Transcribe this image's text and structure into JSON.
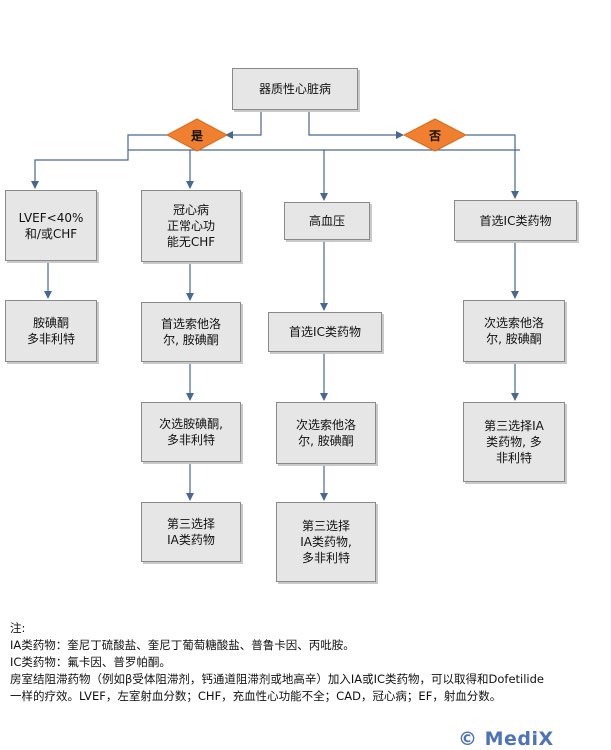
{
  "root": "器质性心脏病",
  "yes_label": "是",
  "no_label": "否",
  "cols": {
    "lvef": [
      "LVEF<40%\n和/或CHF",
      "胺碘酮\n多非利特"
    ],
    "cad": [
      "冠心病\n正常心功\n能无CHF",
      "首选索他洛\n尔, 胺碘酮",
      "次选胺碘酮,\n多非利特",
      "第三选择\nIA类药物"
    ],
    "htn": [
      "高血压",
      "首选IC类药物",
      "次选索他洛\n尔, 胺碘酮",
      "第三选择\nIA类药物,\n多非利特"
    ],
    "no": [
      "首选IC类药物",
      "次选索他洛\n尔, 胺碘酮",
      "第三选择IA\n类药物, 多\n非利特"
    ]
  },
  "notes": {
    "title": "注:",
    "l1": "IA类药物：奎尼丁硫酸盐、奎尼丁葡萄糖酸盐、普鲁卡因、丙吡胺。",
    "l2": "IC类药物：氟卡因、普罗帕酮。",
    "l3": "房室结阻滞药物（例如β受体阻滞剂，钙通道阻滞剂或地高辛）加入IA或IC类药物，可以取得和Dofetilide",
    "l4": "一样的疗效。LVEF，左室射血分数；CHF，充血性心功能不全；CAD，冠心病；EF，射血分数。"
  },
  "watermark": "© MediX",
  "colors": {
    "box_fill": "#e6e6e6",
    "box_border": "#8a8a8a",
    "diamond": "#f08030",
    "line": "#4a6790"
  }
}
